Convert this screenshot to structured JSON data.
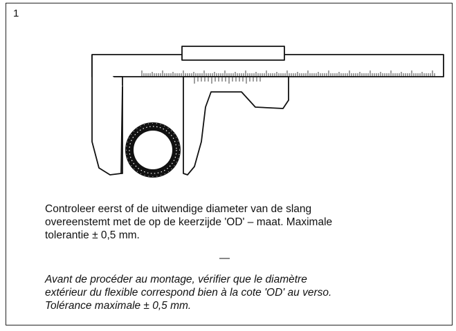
{
  "step": {
    "number": "1"
  },
  "illustration": {
    "icon": "caliper-measuring-hose-icon"
  },
  "instructions": {
    "dutch": [
      "Controleer eerst of de uitwendige diameter van de slang",
      "overeenstemt met de op de keerzijde 'OD' – maat. Maximale",
      "tolerantie ± 0,5 mm."
    ],
    "separator": "—",
    "french": [
      "Avant de procéder au montage, vérifier que le diamètre",
      "extérieur du flexible correspond bien à la cote 'OD' au verso.",
      "Tolérance maximale ± 0,5 mm."
    ]
  }
}
